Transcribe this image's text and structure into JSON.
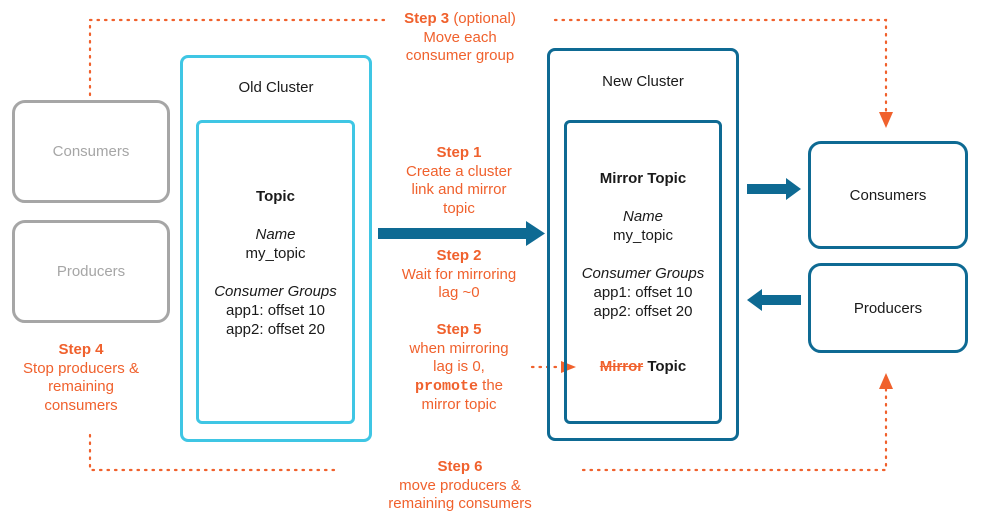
{
  "colors": {
    "orange": "#F0612D",
    "light_blue": "#3FC6E4",
    "dark_blue": "#0E6A93",
    "gray": "#A6A6A6"
  },
  "left": {
    "consumers_label": "Consumers",
    "producers_label": "Producers"
  },
  "old_cluster": {
    "title": "Old Cluster",
    "topic": {
      "heading": "Topic",
      "name_label": "Name",
      "name_value": "my_topic",
      "groups_label": "Consumer Groups",
      "group1": "app1: offset 10",
      "group2": "app2: offset 20"
    }
  },
  "new_cluster": {
    "title": "New Cluster",
    "topic": {
      "heading": "Mirror Topic",
      "name_label": "Name",
      "name_value": "my_topic",
      "groups_label": "Consumer Groups",
      "group1": "app1: offset 10",
      "group2": "app2: offset 20",
      "struck_word": "Mirror",
      "after_struck": "Topic"
    }
  },
  "right": {
    "consumers_label": "Consumers",
    "producers_label": "Producers"
  },
  "steps": {
    "step1": {
      "title": "Step 1",
      "line1": "Create a cluster",
      "line2": "link and mirror",
      "line3": "topic"
    },
    "step2": {
      "title": "Step 2",
      "line1": "Wait for mirroring",
      "line2": "lag ~0"
    },
    "step3": {
      "title": "Step 3",
      "title_suffix": "(optional)",
      "line1": "Move each",
      "line2": "consumer group"
    },
    "step4": {
      "title": "Step 4",
      "line1": "Stop producers &",
      "line2": "remaining",
      "line3": "consumers"
    },
    "step5": {
      "title": "Step 5",
      "line1": "when mirroring",
      "line2": "lag is 0,",
      "code": "promote",
      "line3_suffix": "the",
      "line4": "mirror topic"
    },
    "step6": {
      "title": "Step 6",
      "line1": "move producers &",
      "line2": "remaining consumers"
    }
  }
}
